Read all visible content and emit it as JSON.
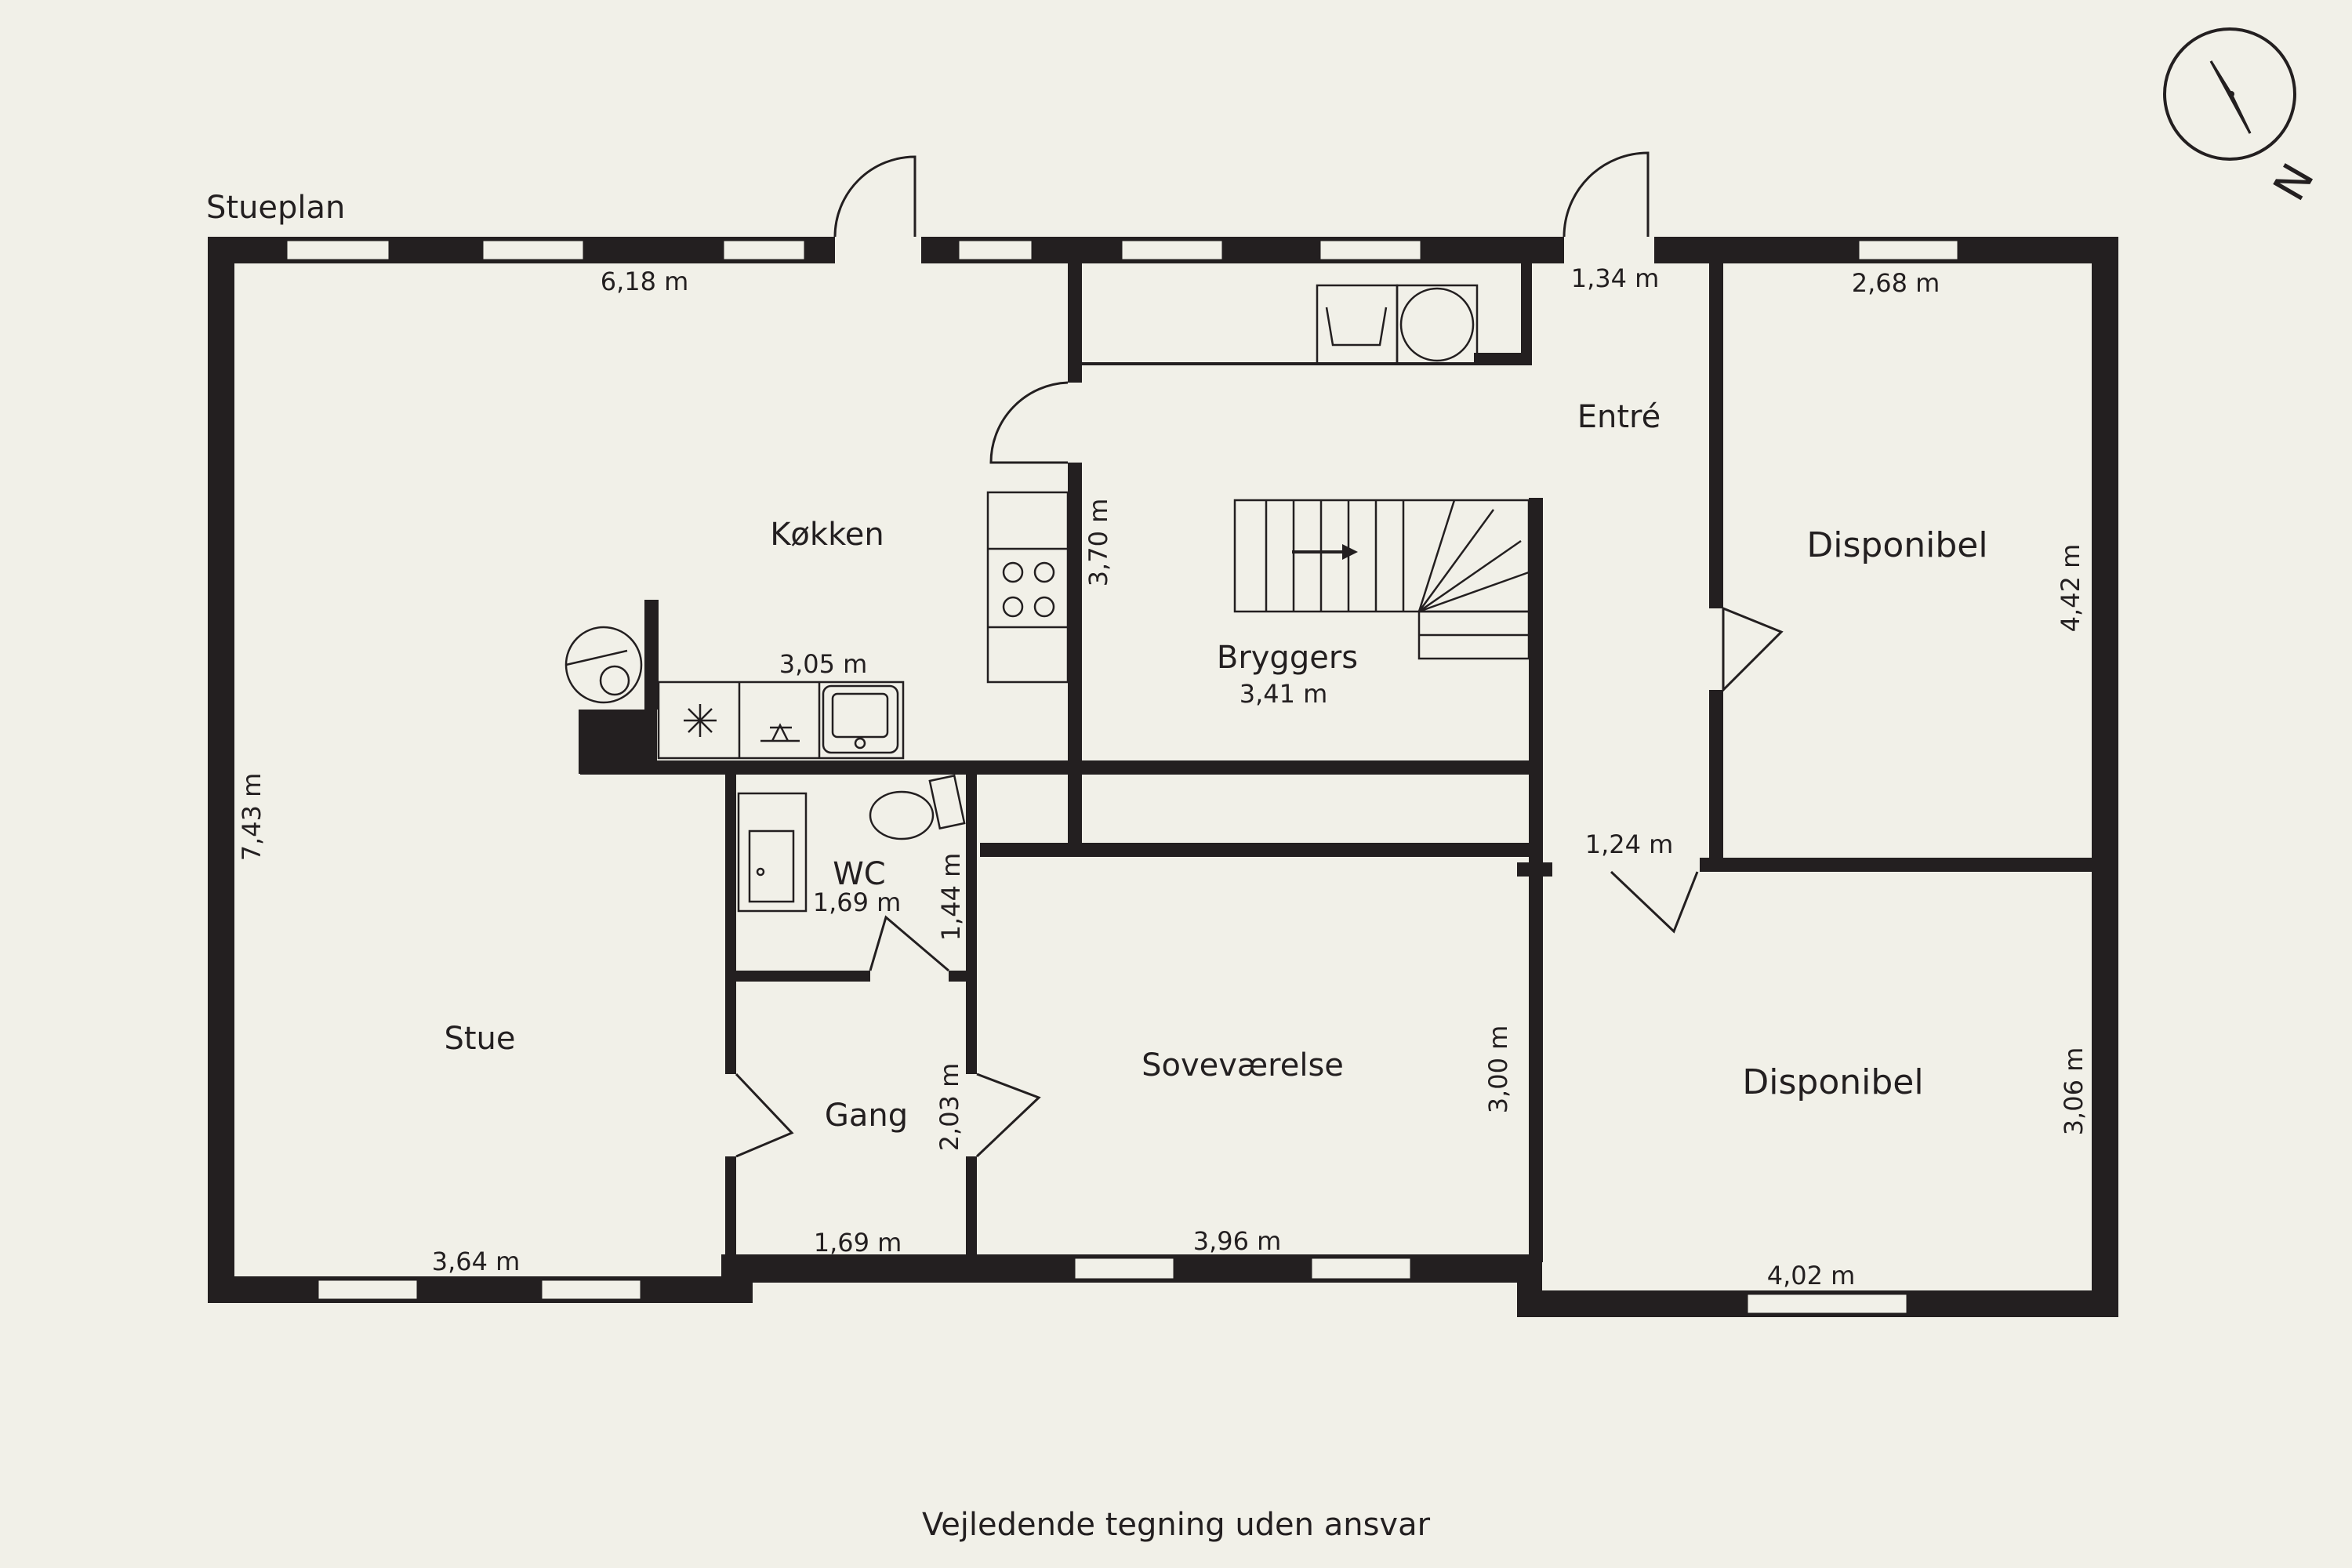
{
  "plan": {
    "floor_label": "Stueplan",
    "footer": "Vejledende tegning uden ansvar",
    "compass_letter": "N",
    "rooms": {
      "kokken": "Køkken",
      "entre": "Entré",
      "bryggers": "Bryggers",
      "disponibel_top": "Disponibel",
      "disponibel_bottom": "Disponibel",
      "wc": "WC",
      "stue": "Stue",
      "gang": "Gang",
      "sovevaerelse": "Soveværelse"
    },
    "dimensions": {
      "kokken_width": "6,18 m",
      "entre_width": "1,34 m",
      "disponibel_top_width": "2,68 m",
      "kokken_depth": "3,70 m",
      "disponibel_top_depth": "4,42 m",
      "kitchen_counter": "3,05 m",
      "bryggers_width": "3,41 m",
      "stue_depth": "7,43 m",
      "hall_width": "1,24 m",
      "wc_width": "1,69 m",
      "wc_depth": "1,44 m",
      "sovevaerelse_depth": "3,00 m",
      "disponibel_bottom_depth": "3,06 m",
      "gang_depth": "2,03 m",
      "stue_width": "3,64 m",
      "gang_width": "1,69 m",
      "sovevaerelse_width": "3,96 m",
      "disponibel_bottom_width": "4,02 m"
    }
  },
  "colors": {
    "background": "#f1f0e8",
    "wall": "#231f20"
  },
  "icons": [
    "compass-icon",
    "stove-icon",
    "sink-icon",
    "fridge-icon",
    "dishwasher-icon",
    "washer-icon",
    "dryer-icon",
    "toilet-icon",
    "shower-icon",
    "boiler-icon",
    "stair-arrow-icon"
  ]
}
